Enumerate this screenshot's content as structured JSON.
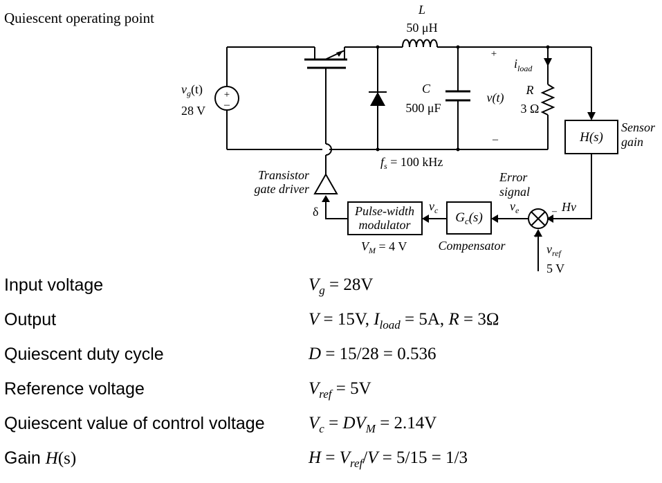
{
  "title": "Quiescent operating point",
  "circuit": {
    "inductor_symbol": "L",
    "inductor_value": "50 μH",
    "capacitor_symbol": "C",
    "capacitor_value": "500 μF",
    "source_label_main": "v",
    "source_label_sub": "g",
    "source_label_arg": "(t)",
    "source_value": "28 V",
    "output_voltage_label": "v(t)",
    "plus_sign": "+",
    "minus_sign": "–",
    "load_current_main": "i",
    "load_current_sub": "load",
    "resistor_symbol": "R",
    "resistor_value": "3 Ω",
    "sensor_block": "H(s)",
    "sensor_caption_1": "Sensor",
    "sensor_caption_2": "gain",
    "switching_freq_main": "f",
    "switching_freq_sub": "s",
    "switching_freq_value": " = 100 kHz",
    "gate_driver_caption_1": "Transistor",
    "gate_driver_caption_2": "gate driver",
    "delta_label": "δ",
    "pwm_line_1": "Pulse-width",
    "pwm_line_2": "modulator",
    "vm_main": "V",
    "vm_sub": "M",
    "vm_value": " = 4 V",
    "vc_main": "v",
    "vc_sub": "c",
    "compensator_block": "G",
    "compensator_sub": "c",
    "compensator_arg": "(s)",
    "compensator_caption": "Compensator",
    "error_caption_1": "Error",
    "error_caption_2": "signal",
    "ve_main": "v",
    "ve_sub": "e",
    "hv_label": "Hv",
    "vref_main": "v",
    "vref_sub": "ref",
    "vref_value": "5 V",
    "sum_minus": "–",
    "sum_plus": "+"
  },
  "params": [
    {
      "label": "Input voltage"
    },
    {
      "label": "Output"
    },
    {
      "label": "Quiescent duty cycle"
    },
    {
      "label": "Reference voltage"
    },
    {
      "label": "Quiescent value of control voltage"
    },
    {
      "label_main": "Gain ",
      "label_ital": "H",
      "label_arg": "(s)"
    }
  ],
  "equations": {
    "vg_sym": "V",
    "vg_sub": "g",
    "vg_rest": " = 28V",
    "out_v": "V",
    "out_rest1": " = 15V, ",
    "out_i": "I",
    "out_isub": "load",
    "out_rest2": " = 5A, ",
    "out_r": "R",
    "out_rest3": " =  3Ω",
    "d_sym": "D",
    "d_rest": " = 15/28 = 0.536",
    "vref_sym": "V",
    "vref_sub": "ref",
    "vref_rest": " = 5V",
    "vc_sym": "V",
    "vc_sub": "c",
    "vc_eq": " = ",
    "vc_d": "D",
    "vc_v": "V",
    "vc_msub": "M",
    "vc_rest": " = 2.14V",
    "h_sym": "H",
    "h_eq": " = ",
    "h_v": "V",
    "h_sub": "ref",
    "h_slash": "/",
    "h_v2": "V",
    "h_rest": " = 5/15 = 1/3"
  }
}
